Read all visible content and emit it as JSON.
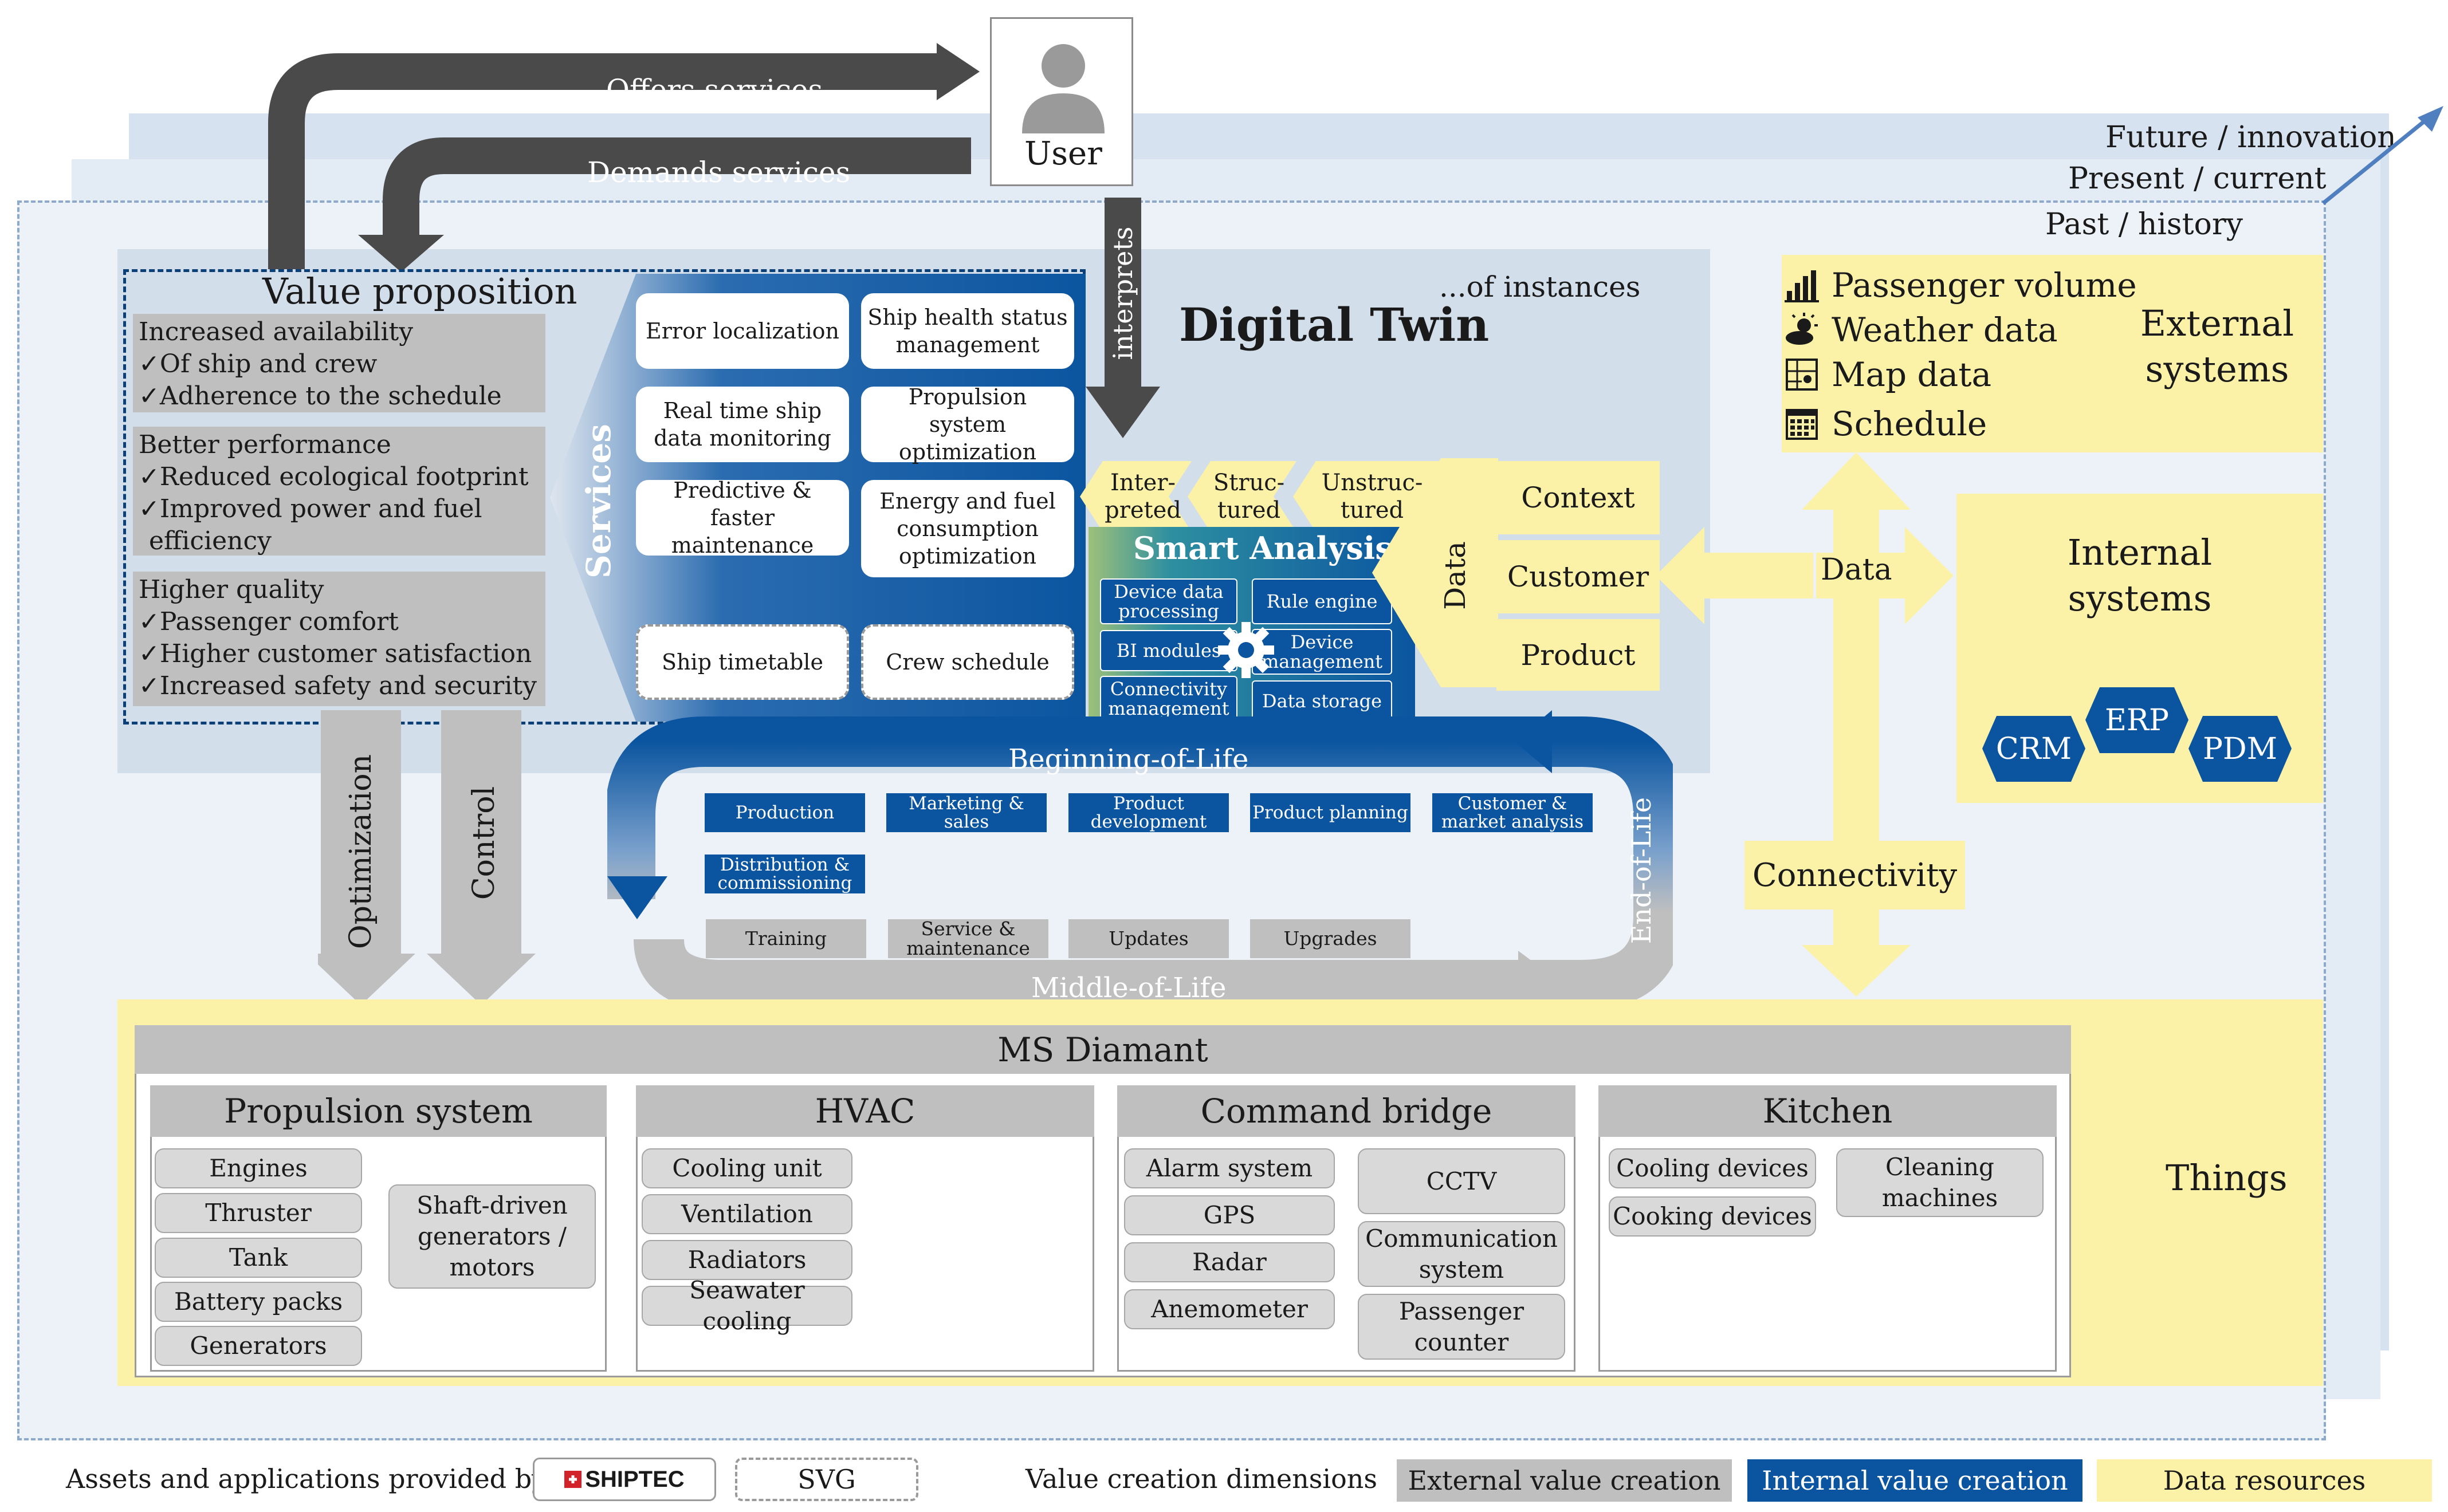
{
  "layers": {
    "future": "Future / innovation",
    "present": "Present / current",
    "past": "Past / history"
  },
  "user": {
    "label": "User",
    "icon": "person-icon"
  },
  "arrows": {
    "offers": "Offers services",
    "demands": "Demands services",
    "interprets": "interprets",
    "optimization": "Optimization",
    "control": "Control",
    "data": "Data",
    "connectivity": "Connectivity"
  },
  "value_proposition": {
    "title": "Value proposition",
    "groups": [
      {
        "heading": "Increased availability",
        "items": [
          "✓Of ship and crew",
          "✓Adherence to the schedule"
        ]
      },
      {
        "heading": "Better performance",
        "items": [
          "✓Reduced ecological footprint",
          "✓Improved power and fuel",
          "  efficiency"
        ]
      },
      {
        "heading": "Higher quality",
        "items": [
          "✓Passenger comfort",
          "✓Higher customer satisfaction",
          "✓Increased safety and security"
        ]
      }
    ]
  },
  "services": {
    "label": "Services",
    "items": [
      "Error localization",
      "Ship health status management",
      "Real time ship data monitoring",
      "Propulsion system optimization",
      "Predictive & faster maintenance",
      "Energy and fuel consumption optimization"
    ],
    "dashed_items": [
      "Ship timetable",
      "Crew schedule"
    ]
  },
  "digital_twin": {
    "title": "Digital Twin",
    "subtitle": "...of instances",
    "data_types": [
      "Inter-\npreted",
      "Struc-\ntured",
      "Unstruc-\ntured"
    ],
    "smart_analysis": {
      "title": "Smart Analysis",
      "modules": [
        "Device data processing",
        "Rule engine",
        "BI modules",
        "Device management",
        "Connectivity management",
        "Data storage"
      ]
    },
    "data_label": "Data",
    "context": [
      "Context",
      "Customer",
      "Product"
    ]
  },
  "external_systems": {
    "title": "External systems",
    "items": [
      {
        "icon": "bar-chart-icon",
        "label": "Passenger volume"
      },
      {
        "icon": "weather-icon",
        "label": "Weather data"
      },
      {
        "icon": "map-icon",
        "label": "Map data"
      },
      {
        "icon": "calendar-icon",
        "label": "Schedule"
      }
    ]
  },
  "internal_systems": {
    "title": "Internal systems",
    "items": [
      "CRM",
      "ERP",
      "PDM"
    ]
  },
  "lifecycle": {
    "beginning": "Beginning-of-Life",
    "middle": "Middle-of-Life",
    "end": "End-of-Life",
    "bol_phases": [
      "Production",
      "Marketing & sales",
      "Product development",
      "Product planning",
      "Customer & market analysis",
      "Distribution & commissioning"
    ],
    "mol_phases": [
      "Training",
      "Service & maintenance",
      "Updates",
      "Upgrades"
    ]
  },
  "things": {
    "label": "Things",
    "ship": "MS Diamant",
    "categories": [
      {
        "name": "Propulsion system",
        "items": [
          "Engines",
          "Thruster",
          "Tank",
          "Battery packs",
          "Generators",
          "Shaft-driven generators / motors"
        ]
      },
      {
        "name": "HVAC",
        "items": [
          "Cooling unit",
          "Ventilation",
          "Radiators",
          "Seawater cooling"
        ]
      },
      {
        "name": "Command bridge",
        "items": [
          "Alarm system",
          "GPS",
          "Radar",
          "Anemometer",
          "CCTV",
          "Communication system",
          "Passenger counter"
        ]
      },
      {
        "name": "Kitchen",
        "items": [
          "Cooling devices",
          "Cooking devices",
          "Cleaning machines"
        ]
      }
    ]
  },
  "legend": {
    "assets_label": "Assets and applications provided by",
    "shiptec": "SHIPTEC",
    "svg": "SVG",
    "dimensions_label": "Value creation dimensions",
    "external": "External value creation",
    "internal": "Internal value creation",
    "data_resources": "Data resources"
  },
  "colors": {
    "internal_blue": "#0b55a0",
    "external_grey": "#bfbfbf",
    "data_yellow": "#fbf2a8",
    "arrow_dark": "#4a4a4a",
    "layer_light_blue": "#dce6f2"
  }
}
